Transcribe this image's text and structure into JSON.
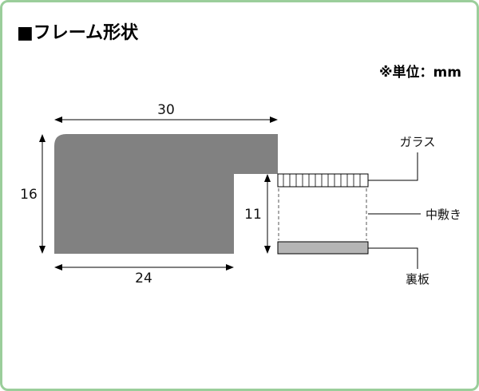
{
  "header": {
    "title": "■フレーム形状",
    "unit_note": "※単位：mm"
  },
  "dimensions": {
    "top_width": "30",
    "left_height": "16",
    "bottom_width": "24",
    "inner_height": "11"
  },
  "part_labels": {
    "glass": "ガラス",
    "mat": "中敷き",
    "back_board": "裏板"
  },
  "colors": {
    "panel_border": "#9bce9b",
    "profile": "#818181",
    "back_board": "#b5b5b5",
    "glass_fill": "#ffffff"
  }
}
